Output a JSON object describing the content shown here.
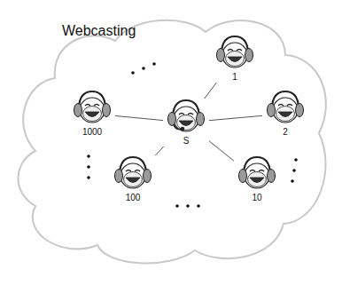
{
  "diagram": {
    "title": "Webcasting",
    "nodes": [
      {
        "text": [
          "S"
        ]
      },
      {
        "text": [
          "1"
        ]
      },
      {
        "text": [
          "2"
        ]
      },
      {
        "text": [
          "10"
        ]
      },
      {
        "text": [
          "100"
        ]
      },
      {
        "text": [
          "1000"
        ]
      }
    ],
    "edges": [
      {
        "from": 0,
        "to": 1,
        "arrow": "none"
      },
      {
        "from": 0,
        "to": 2,
        "arrow": "none"
      },
      {
        "from": 0,
        "to": 3,
        "arrow": "none"
      },
      {
        "from": 0,
        "to": 4,
        "arrow": "none"
      },
      {
        "from": 0,
        "to": 5,
        "arrow": "none"
      }
    ]
  }
}
